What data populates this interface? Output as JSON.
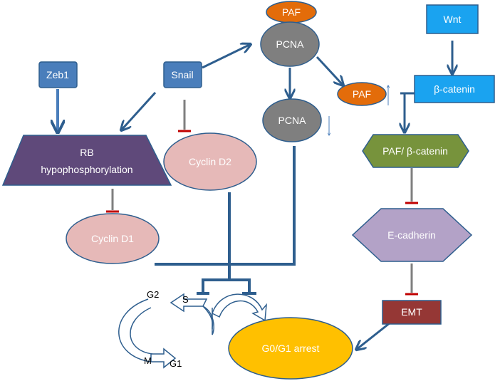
{
  "nodes": {
    "paf_top": "PAF",
    "pcna_top": "PCNA",
    "wnt": "Wnt",
    "zeb1": "Zeb1",
    "snail": "Snail",
    "beta_catenin": "β-catenin",
    "paf_mid": "PAF",
    "pcna_mid": "PCNA",
    "rb_line1": "RB",
    "rb_line2": "hypophosphorylation",
    "cyclin_d2": "Cyclin D2",
    "paf_beta_catenin": "PAF/ β-catenin",
    "cyclin_d1": "Cyclin D1",
    "e_cadherin": "E-cadherin",
    "emt": "EMT",
    "g0g1_arrest": "G0/G1 arrest"
  },
  "cell_cycle": {
    "g2": "G2",
    "s": "S",
    "m": "M",
    "g1": "G1"
  },
  "colors": {
    "blue_box": "#4a7ebb",
    "cyan_box": "#1aa3f0",
    "orange": "#e36c0a",
    "gray": "#7f7f7f",
    "purple": "#5f497a",
    "pink": "#e6b9b8",
    "green": "#77933c",
    "lavender": "#b3a2c7",
    "dark_red": "#953735",
    "gold": "#ffc000",
    "connector": "#2e5e8e",
    "inhibit_red": "#c00000"
  }
}
